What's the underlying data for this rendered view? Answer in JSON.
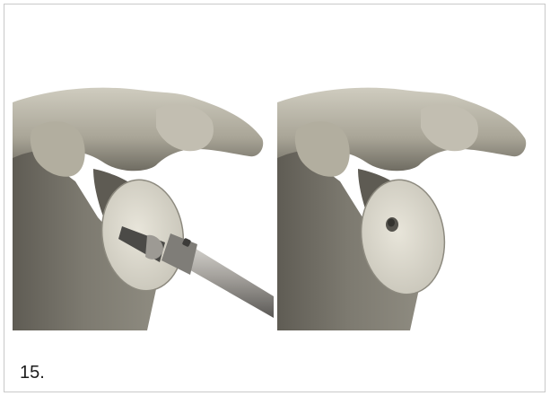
{
  "figure": {
    "caption": "15.",
    "panels": [
      {
        "name": "glenoid-with-drill-panel",
        "shows": "drill"
      },
      {
        "name": "glenoid-with-pilot-hole-panel",
        "shows": "pilot-hole"
      }
    ]
  },
  "colors": {
    "bone_light": "#cfccbf",
    "bone_mid": "#a9a597",
    "bone_dark": "#6f6c62",
    "face": "#dedbd0",
    "drill_light": "#b8b5b0",
    "drill_dark": "#5a5855"
  }
}
